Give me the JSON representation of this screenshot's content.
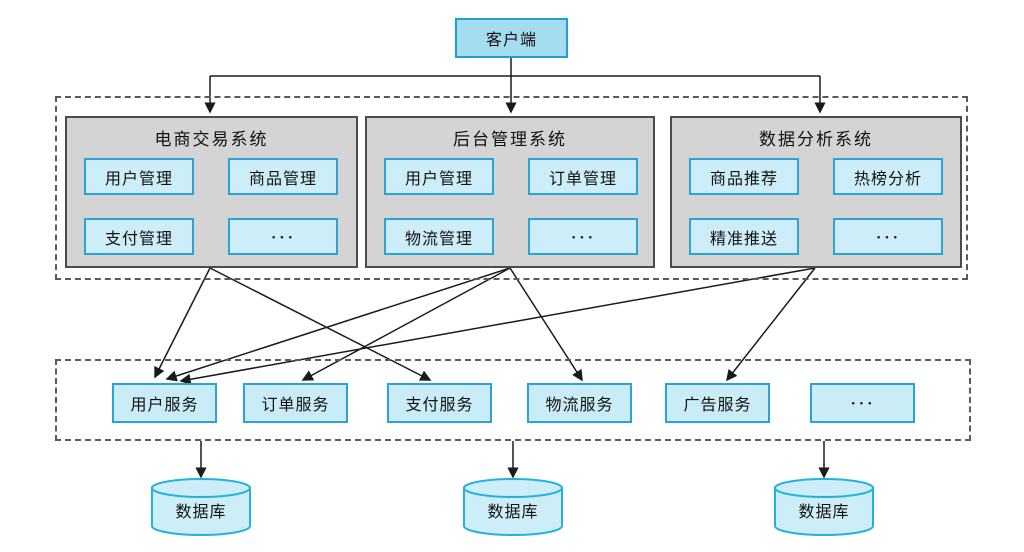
{
  "client": {
    "label": "客户端"
  },
  "systems_layer": {
    "systems": [
      {
        "title": "电商交易系统",
        "modules": [
          "用户管理",
          "商品管理",
          "支付管理",
          "···"
        ]
      },
      {
        "title": "后台管理系统",
        "modules": [
          "用户管理",
          "订单管理",
          "物流管理",
          "···"
        ]
      },
      {
        "title": "数据分析系统",
        "modules": [
          "商品推荐",
          "热榜分析",
          "精准推送",
          "···"
        ]
      }
    ]
  },
  "services_layer": {
    "services": [
      "用户服务",
      "订单服务",
      "支付服务",
      "物流服务",
      "广告服务",
      "···"
    ]
  },
  "databases": {
    "labels": [
      "数据库",
      "数据库",
      "数据库"
    ]
  },
  "connections": {
    "client_to": [
      "电商交易系统",
      "后台管理系统",
      "数据分析系统"
    ],
    "systems_to_services": [
      {
        "from": "电商交易系统",
        "to": [
          "用户服务",
          "支付服务"
        ]
      },
      {
        "from": "后台管理系统",
        "to": [
          "用户服务",
          "订单服务",
          "物流服务"
        ]
      },
      {
        "from": "数据分析系统",
        "to": [
          "用户服务",
          "广告服务"
        ]
      }
    ],
    "services_layer_to_databases": [
      "数据库",
      "数据库",
      "数据库"
    ]
  },
  "colors": {
    "node_fill": "#c9ecf7",
    "node_border": "#2ba3d4",
    "client_fill": "#a6dcef",
    "panel_fill": "#d4d4d4",
    "panel_border": "#4b4b4b",
    "dashed_border": "#5a5a5a",
    "arrow": "#1a1a1a",
    "cylinder_fill": "#cdeef8",
    "cylinder_border": "#25b2d8"
  }
}
